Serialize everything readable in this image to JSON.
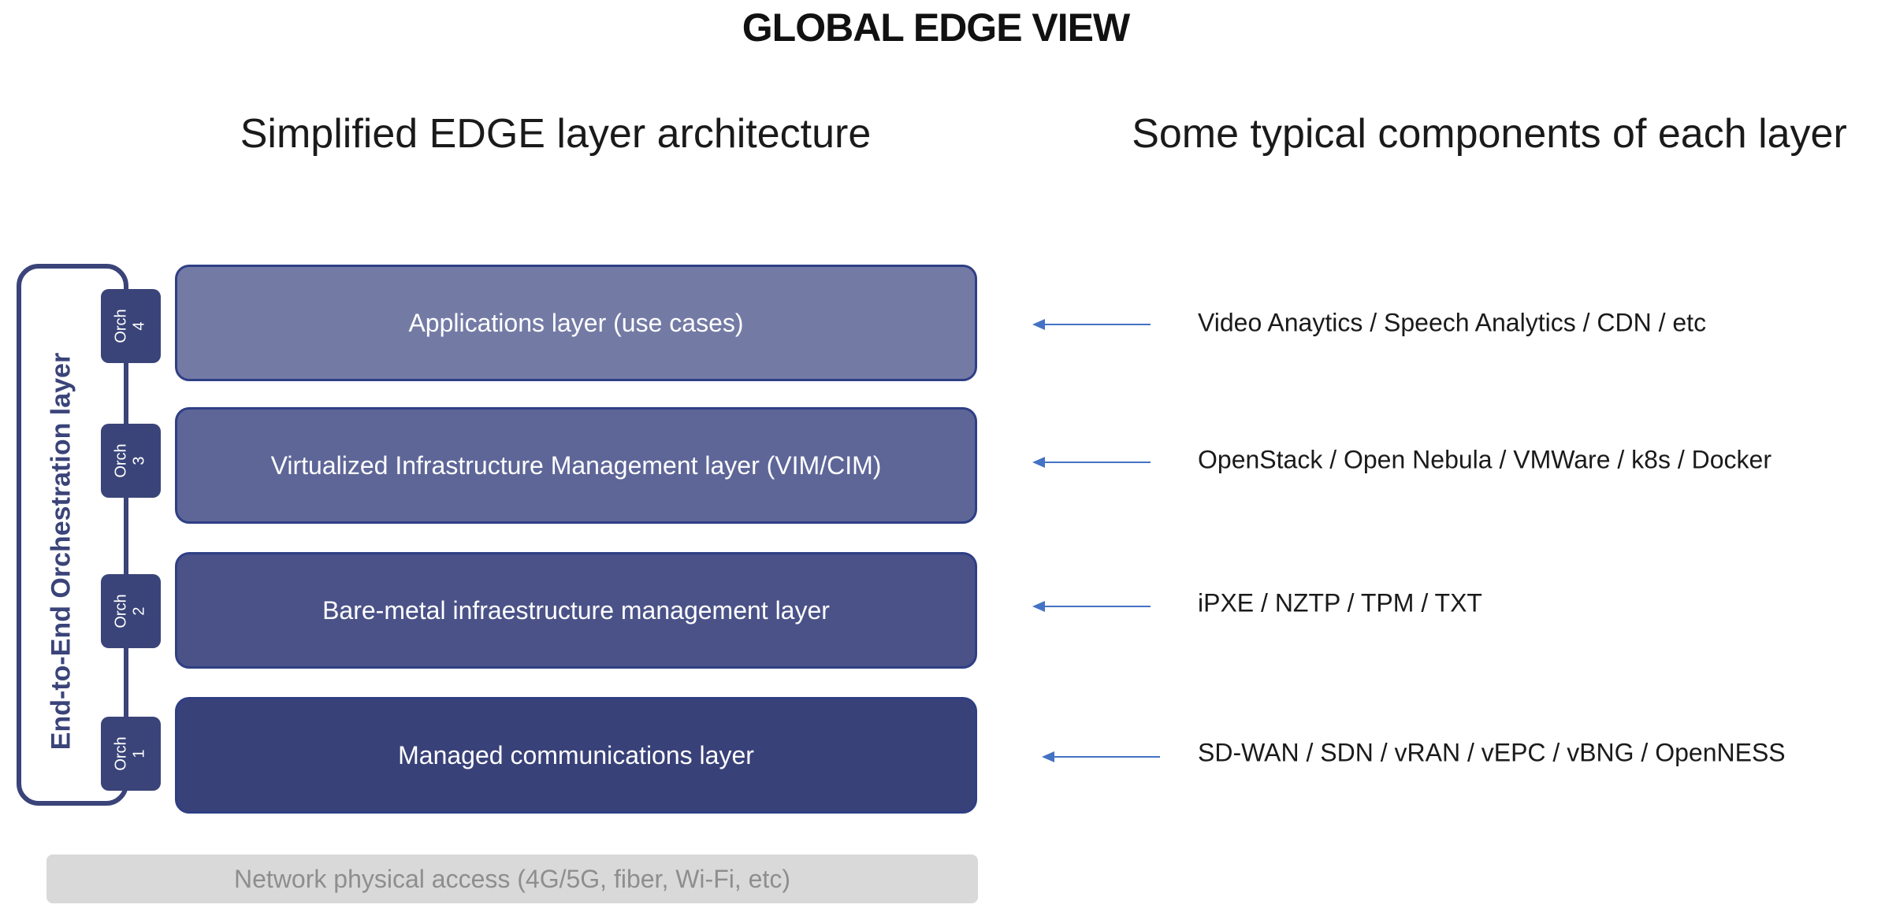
{
  "title": "GLOBAL EDGE VIEW",
  "headings": {
    "left": "Simplified EDGE layer architecture",
    "right": "Some typical components of each layer"
  },
  "orchestration": {
    "label": "End-to-End Orchestration layer",
    "color": "#3a4479",
    "orch_tabs": [
      "Orch\n4",
      "Orch\n3",
      "Orch\n2",
      "Orch\n1"
    ]
  },
  "layers": [
    {
      "label": "Applications layer (use cases)",
      "color": "#737ba5",
      "components": "Video Anaytics / Speech Analytics / CDN / etc"
    },
    {
      "label": "Virtualized Infrastructure Management layer (VIM/CIM)",
      "color": "#5e6698",
      "components": "OpenStack / Open Nebula / VMWare / k8s / Docker"
    },
    {
      "label": "Bare-metal infraestructure management layer",
      "color": "#4a5288",
      "components": "iPXE / NZTP / TPM / TXT"
    },
    {
      "label": "Managed communications layer",
      "color": "#394179",
      "components": "SD-WAN / SDN / vRAN / vEPC / vBNG / OpenNESS"
    }
  ],
  "network": "Network physical access (4G/5G, fiber, Wi-Fi, etc)",
  "arrow_color": "#4472c4"
}
